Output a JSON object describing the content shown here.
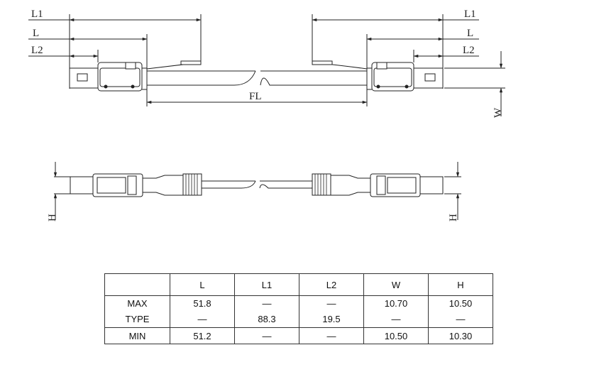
{
  "labels": {
    "l1": "L1",
    "l": "L",
    "l2": "L2",
    "fl": "FL",
    "w": "W",
    "h": "H"
  },
  "table": {
    "columns": [
      "",
      "L",
      "L1",
      "L2",
      "W",
      "H"
    ],
    "rows": [
      {
        "label": "MAX",
        "values": [
          "51.8",
          "—",
          "—",
          "10.70",
          "10.50"
        ]
      },
      {
        "label": "TYPE",
        "values": [
          "—",
          "88.3",
          "19.5",
          "—",
          "—"
        ]
      },
      {
        "label": "MIN",
        "values": [
          "51.2",
          "—",
          "—",
          "10.50",
          "10.30"
        ]
      }
    ]
  }
}
